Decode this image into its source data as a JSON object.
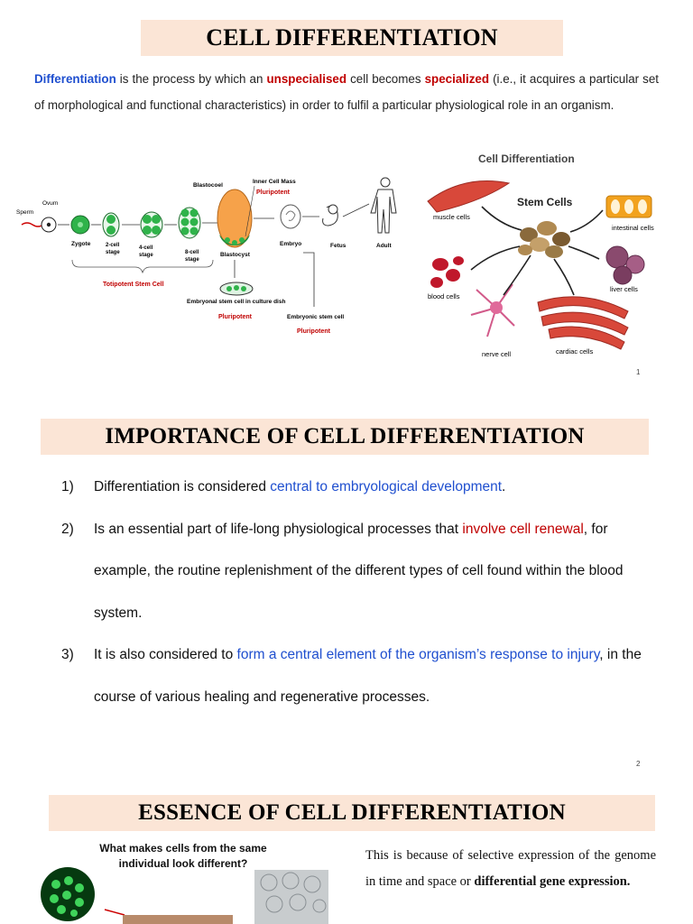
{
  "section1": {
    "title": "CELL DIFFERENTIATION",
    "intro": {
      "term": "Differentiation",
      "p1": " is the process by which an ",
      "unspecialised": "unspecialised",
      "p2": " cell becomes ",
      "specialized": "specialized",
      "p3": " (i.e., it acquires a particular set of morphological and functional characteristics) in order to fulfil a particular physiological role in an organism."
    },
    "diagram_left": {
      "sperm": "Sperm",
      "ovum": "Ovum",
      "zygote": "Zygote",
      "cell2": "2-cell",
      "cell4": "4-cell",
      "cell8": "8-cell",
      "stage": "stage",
      "blastocoel": "Blastocoel",
      "inner_cell_mass": "Inner Cell Mass",
      "pluripotent": "Pluripotent",
      "blastocyst": "Blastocyst",
      "embryo": "Embryo",
      "fetus": "Fetus",
      "adult": "Adult",
      "totipotent": "Totipotent Stem Cell",
      "culture_dish": "Embryonal stem cell in culture dish",
      "embryonic_stem": "Embryonic stem cell"
    },
    "diagram_right": {
      "title": "Cell Differentiation",
      "stem_cells": "Stem Cells",
      "muscle": "muscle cells",
      "intestinal": "intestinal cells",
      "blood": "blood cells",
      "liver": "liver cells",
      "nerve": "nerve cell",
      "cardiac": "cardiac cells"
    },
    "page_number": "1"
  },
  "section2": {
    "title": "IMPORTANCE OF CELL DIFFERENTIATION",
    "items": [
      {
        "num": "1)",
        "a": "Differentiation is considered ",
        "h": "central to embryological development",
        "b": "."
      },
      {
        "num": "2)",
        "a": "Is an essential part of life-long physiological processes that ",
        "h": "involve cell renewal",
        "b": ", for example, the routine replenishment of the different types of cell found within the blood system."
      },
      {
        "num": "3)",
        "a": "It is also considered to ",
        "h": "form a central element of the organism’s response to injury",
        "b": ", in the course of various healing and regenerative processes."
      }
    ],
    "page_number": "2"
  },
  "section3": {
    "title": "ESSENCE OF CELL DIFFERENTIATION",
    "question": "What makes cells from the same individual look different?",
    "bullet": "",
    "text": "This is because of selective expression of the genome in time and space or ",
    "bold": "differential gene expression."
  },
  "colors": {
    "title_bg": "#fbe5d6",
    "blue": "#1f4fcf",
    "red": "#c00000"
  }
}
